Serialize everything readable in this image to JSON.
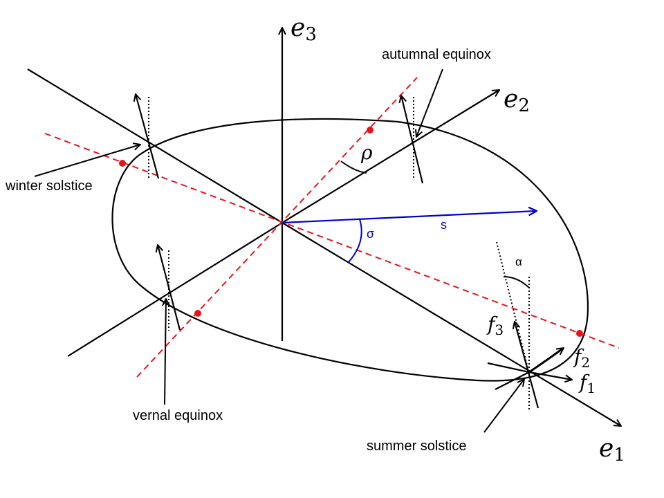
{
  "labels": {
    "e1": "e",
    "e1_sub": "1",
    "e2": "e",
    "e2_sub": "2",
    "e3": "e",
    "e3_sub": "3",
    "f1": "f",
    "f1_sub": "1",
    "f2": "f",
    "f2_sub": "2",
    "f3": "f",
    "f3_sub": "3",
    "rho": "ρ",
    "sigma": "σ",
    "s": "s",
    "alpha": "α",
    "autumnal_equinox": "autumnal equinox",
    "winter_solstice": "winter solstice",
    "vernal_equinox": "vernal equinox",
    "summer_solstice": "summer solstice"
  },
  "colors": {
    "line": "#000000",
    "dashed": "#e8141b",
    "vector": "#0000cc",
    "point": "#e8141b"
  }
}
